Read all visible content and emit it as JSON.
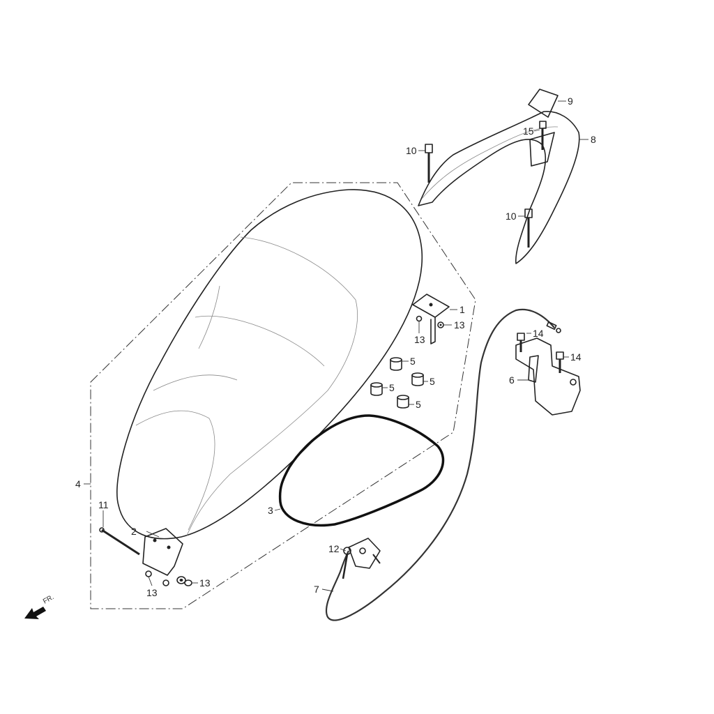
{
  "diagram": {
    "direction_label": "FR.",
    "callouts": {
      "c1": "1",
      "c2": "2",
      "c3": "3",
      "c4": "4",
      "c5a": "5",
      "c5b": "5",
      "c5c": "5",
      "c5d": "5",
      "c6": "6",
      "c7": "7",
      "c8": "8",
      "c9": "9",
      "c10a": "10",
      "c10b": "10",
      "c11": "11",
      "c12": "12",
      "c13a": "13",
      "c13b": "13",
      "c13c": "13",
      "c13d": "13",
      "c14a": "14",
      "c14b": "14",
      "c15": "15"
    }
  }
}
